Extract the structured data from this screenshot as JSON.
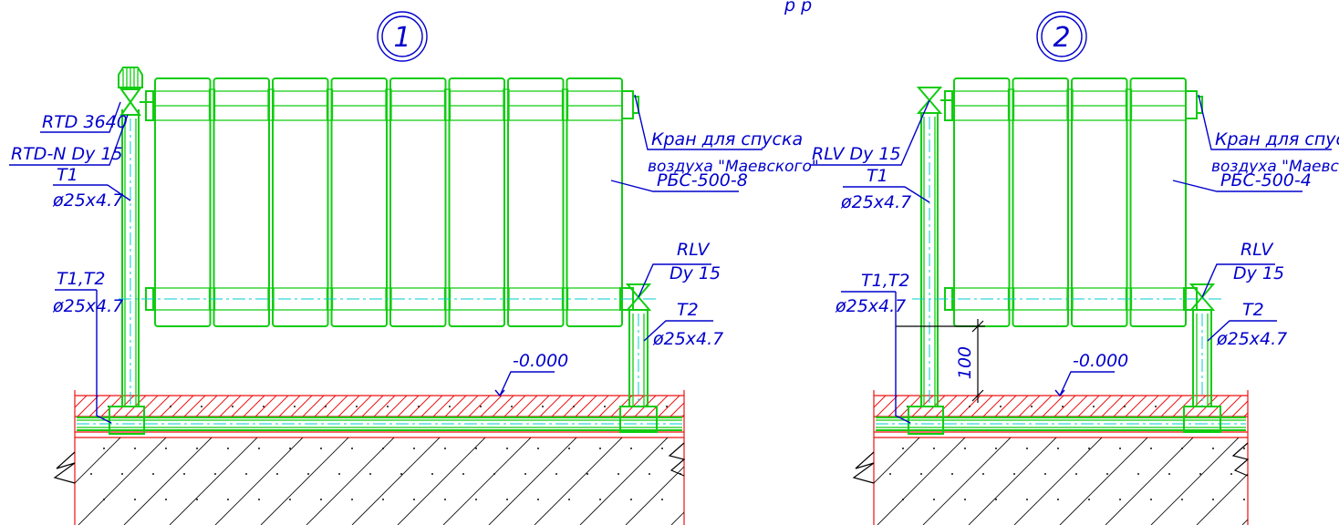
{
  "colors": {
    "radiator": "#11cc11",
    "labels": "#0000cc",
    "structure": "#ee1111",
    "hatch": "#111111",
    "centerline": "#00cccc"
  },
  "top_fragment": "р р",
  "view1": {
    "number": "1",
    "sections": 8,
    "labels": {
      "rtd": "RTD 3640",
      "rtdn": "RTD-N Dy 15",
      "t1": "T1",
      "t1_size": "ø25x4.7",
      "t1t2": "T1,T2",
      "t1t2_size": "ø25x4.7",
      "kran_1": "Кран для спуска",
      "kran_2": "воздуха \"Маевского\"",
      "model": "РБС-500-8",
      "rlv": "RLV",
      "rlv_dy": "Dy 15",
      "t2": "T2",
      "t2_size": "ø25x4.7",
      "level": "-0.000"
    }
  },
  "view2": {
    "number": "2",
    "sections": 4,
    "labels": {
      "rlv_top": "RLV Dy 15",
      "t1": "T1",
      "t1_size": "ø25x4.7",
      "t1t2": "T1,T2",
      "t1t2_size": "ø25x4.7",
      "kran_1": "Кран для спуска",
      "kran_2": "воздуха \"Маевского\"",
      "model": "РБС-500-4",
      "rlv": "RLV",
      "rlv_dy": "Dy 15",
      "t2": "T2",
      "t2_size": "ø25x4.7",
      "level": "-0.000",
      "dim": "100"
    }
  }
}
